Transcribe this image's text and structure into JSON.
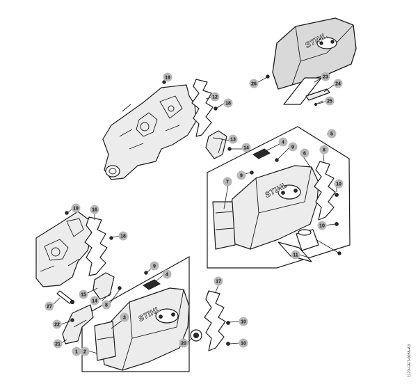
{
  "diagram": {
    "brand_label": "STIHL",
    "reference_code": "1123-GET-0056-A3",
    "callouts": {
      "c19a": "19",
      "c12": "12",
      "c18a": "18",
      "c26": "26",
      "c23": "23",
      "c24": "24",
      "c25": "25",
      "c5": "5",
      "c4a": "4",
      "c9a": "9",
      "c6": "6",
      "c8": "8",
      "c13": "13",
      "c14a": "14",
      "c9b": "9",
      "c7": "7",
      "c10a": "10",
      "c10b": "10",
      "c11": "11",
      "c19b": "19",
      "c16": "16",
      "c18b": "18",
      "c9c": "9",
      "c4b": "4",
      "c15": "15",
      "c14b": "14",
      "c8b": "8",
      "c27": "27",
      "c22": "22",
      "c3": "3",
      "c21": "21",
      "c1": "1",
      "c2": "2",
      "c17": "17",
      "c10c": "10",
      "c10d": "10",
      "c20": "20"
    }
  }
}
